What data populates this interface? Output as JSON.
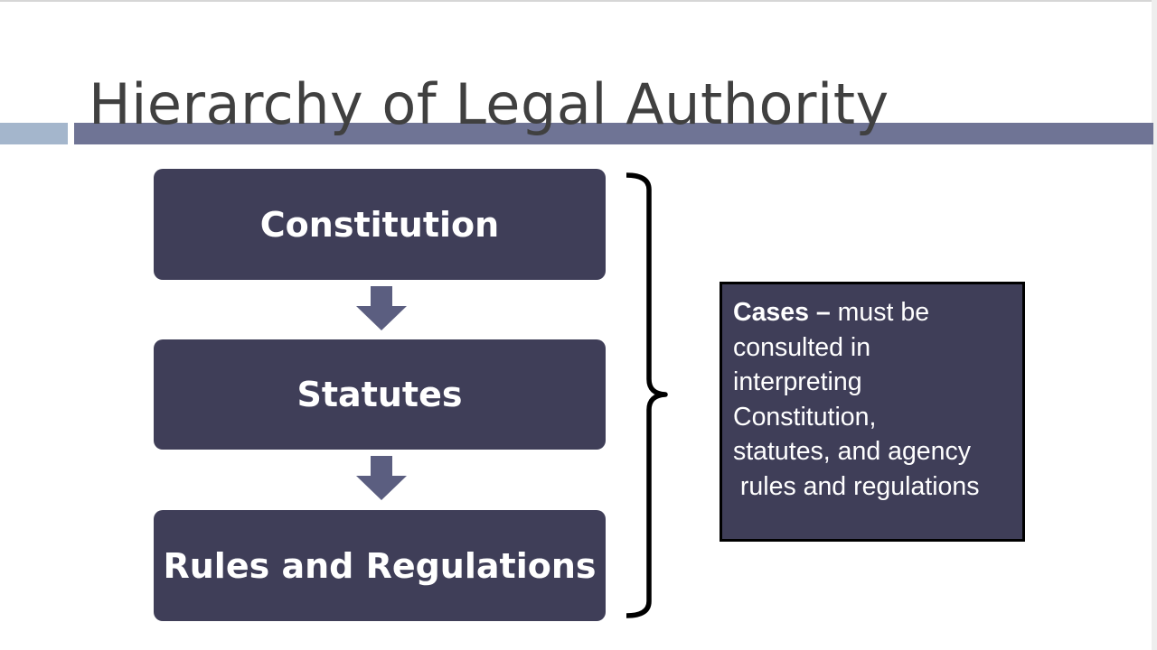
{
  "slide": {
    "title": "Hierarchy of Legal Authority",
    "colors": {
      "title_text": "#404040",
      "box_fill": "#3f3e58",
      "accent_light": "#a4b6cc",
      "accent_dark": "#6f7495",
      "arrow_fill": "#5b5e80",
      "brace_stroke": "#000000"
    }
  },
  "diagram": {
    "boxes": [
      {
        "label": "Constitution"
      },
      {
        "label": "Statutes"
      },
      {
        "label": "Rules and Regulations"
      }
    ],
    "arrows": [
      "down-arrow-icon",
      "down-arrow-icon"
    ],
    "bracket": "right-curly-brace",
    "cases_note": {
      "bold_text": "Cases – ",
      "lines": [
        "must be",
        "consulted in",
        "interpreting",
        "Constitution,",
        "statutes, and agency",
        " rules and regulations"
      ]
    }
  }
}
